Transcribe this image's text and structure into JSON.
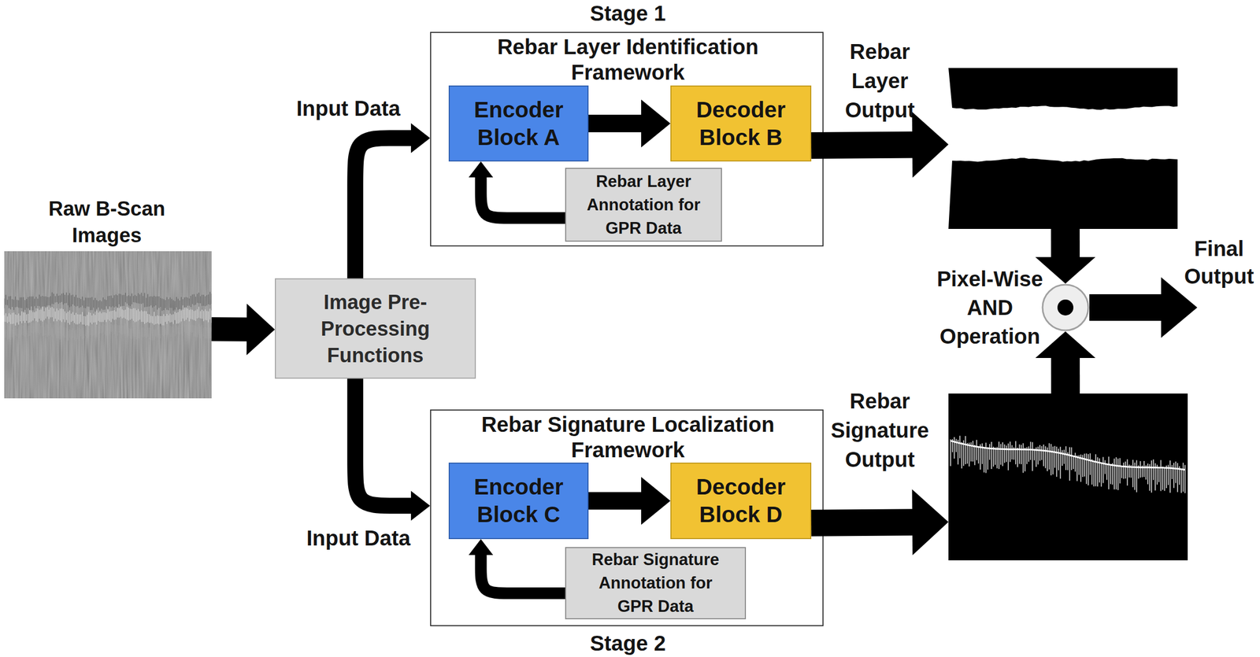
{
  "diagram": {
    "nodes": [
      {
        "text": [
          "Raw B-Scan Images"
        ]
      },
      {
        "text": [
          "Image Pre-Processing Functions"
        ]
      },
      {
        "text": [
          "Stage 1",
          "Rebar Layer Identification Framework"
        ]
      },
      {
        "text": [
          "Encoder Block A"
        ],
        "in": 2
      },
      {
        "text": [
          "Decoder Block B"
        ],
        "in": 2
      },
      {
        "text": [
          "Rebar Layer Annotation for GPR Data"
        ],
        "in": 2
      },
      {
        "text": [
          "Rebar Signature Localization Framework",
          "Stage 2"
        ]
      },
      {
        "text": [
          "Encoder Block C"
        ],
        "in": 6
      },
      {
        "text": [
          "Decoder Block D"
        ],
        "in": 6
      },
      {
        "text": [
          "Rebar Signature Annotation for GPR Data"
        ],
        "in": 6
      },
      {
        "text": [
          "Rebar Layer Output"
        ]
      },
      {
        "text": [
          "Pixel-Wise AND Operation"
        ]
      },
      {
        "text": [
          "Rebar Signature Output"
        ]
      }
    ],
    "edges": [
      {
        "from": 0,
        "to": 1,
        "arrow": "to"
      },
      {
        "from": 1,
        "to": 2,
        "label": "Input Data",
        "arrow": "to"
      },
      {
        "from": 1,
        "to": 6,
        "label": "Input Data",
        "arrow": "to"
      },
      {
        "from": 3,
        "to": 4,
        "arrow": "to"
      },
      {
        "from": 5,
        "to": 3,
        "arrow": "to"
      },
      {
        "from": 7,
        "to": 8,
        "arrow": "to"
      },
      {
        "from": 9,
        "to": 7,
        "arrow": "to"
      },
      {
        "from": 4,
        "to": 10,
        "arrow": "to"
      },
      {
        "from": 8,
        "to": 12,
        "arrow": "to"
      },
      {
        "from": 10,
        "to": 11,
        "arrow": "to"
      },
      {
        "from": 12,
        "to": 11,
        "arrow": "to"
      }
    ],
    "labels": [
      "Final Output"
    ]
  }
}
